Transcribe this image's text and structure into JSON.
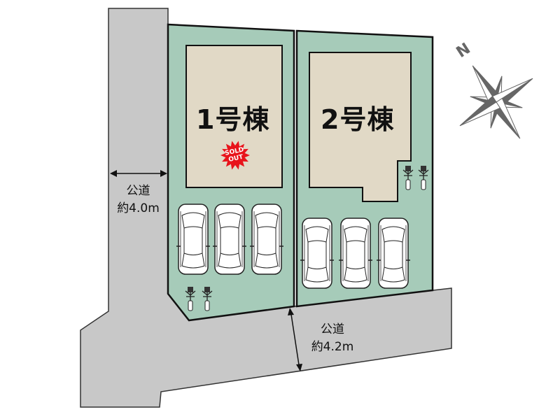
{
  "buildings": [
    {
      "label": "1号棟",
      "status": "SOLD OUT"
    },
    {
      "label": "2号棟"
    }
  ],
  "roads": [
    {
      "label": "公道",
      "width": "約4.0m"
    },
    {
      "label": "公道",
      "width": "約4.2m"
    }
  ],
  "compass": {
    "north_label": "N"
  },
  "colors": {
    "road": "#c8c8c8",
    "lot": "#a6cbb9",
    "building": "#e1d9c6",
    "sold_badge": "#e8141b"
  }
}
